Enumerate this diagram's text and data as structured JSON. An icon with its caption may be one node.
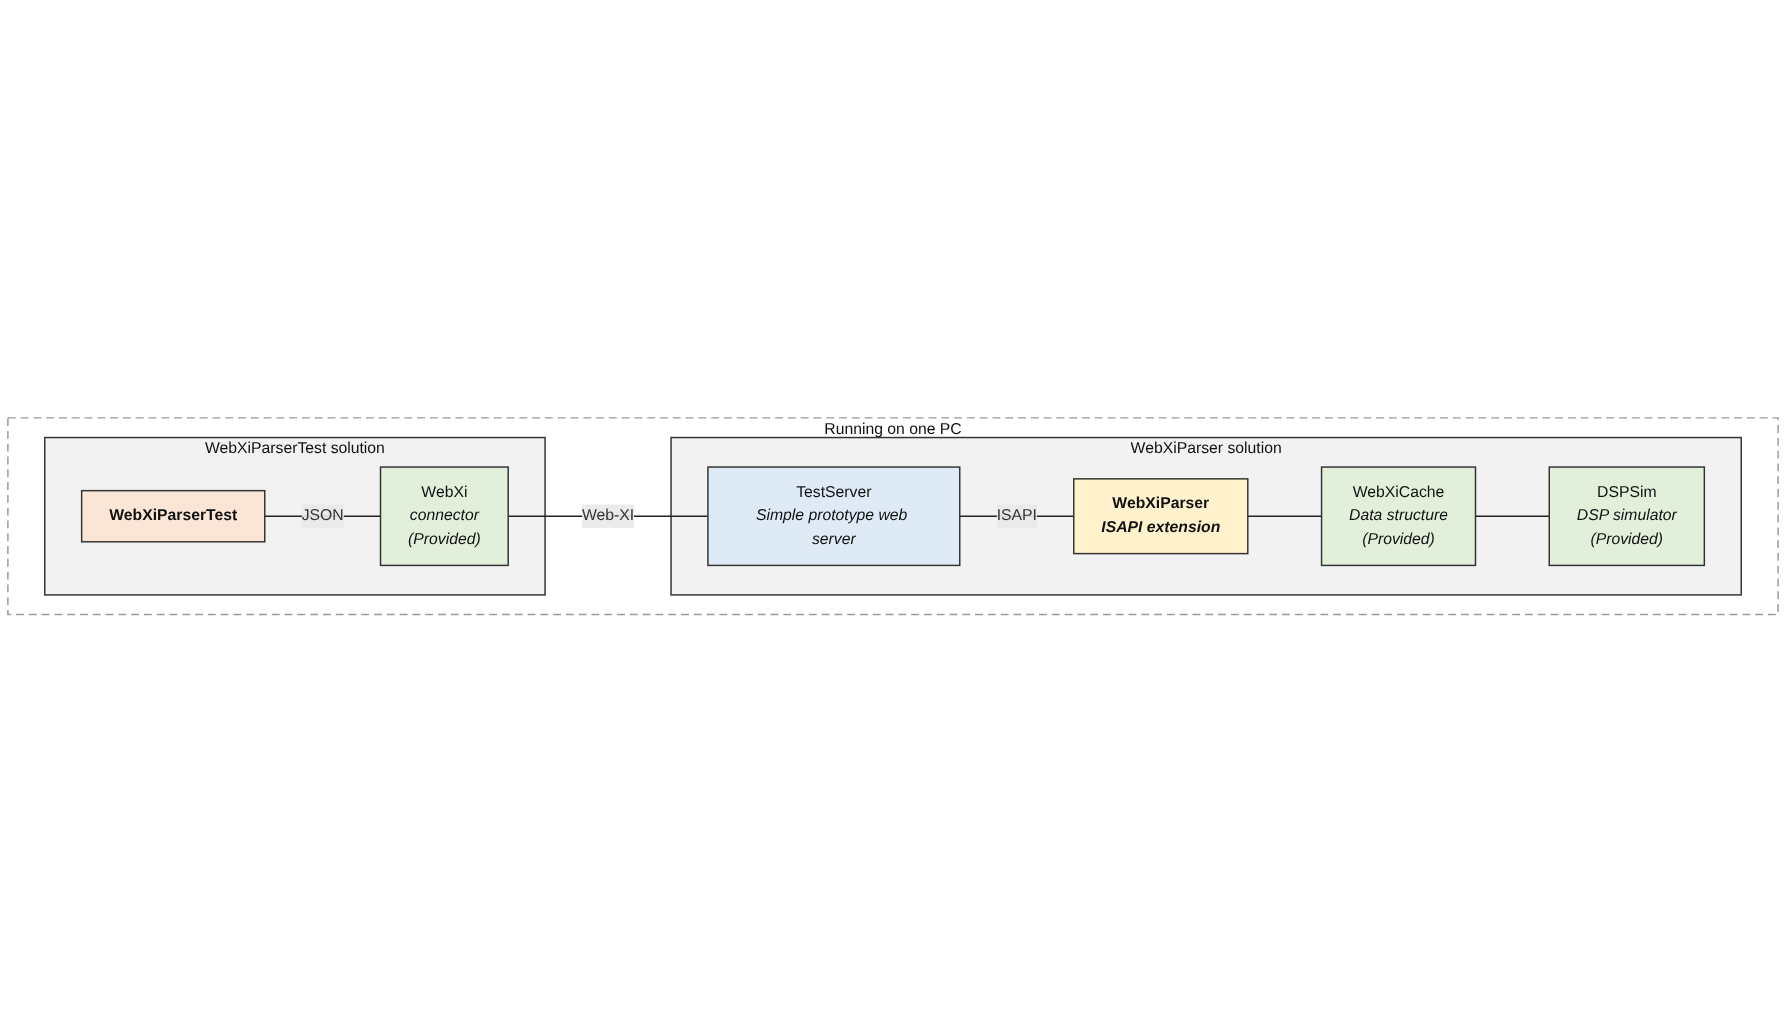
{
  "diagram": {
    "nodes": [
      {
        "text": [
          "Running on one PC"
        ]
      },
      {
        "text": [
          "WebXiParserTest solution"
        ],
        "in": 0
      },
      {
        "text": [
          "WebXiParserTest"
        ],
        "in": 1
      },
      {
        "text": [
          "WebXi",
          "connector",
          "(Provided)"
        ],
        "in": 1
      },
      {
        "text": [
          "WebXiParser solution"
        ],
        "in": 0
      },
      {
        "text": [
          "TestServer",
          "Simple prototype web server"
        ],
        "in": 4
      },
      {
        "text": [
          "WebXiCache",
          "Data structure",
          "(Provided)"
        ],
        "in": 4
      },
      {
        "text": [
          "WebXiParser",
          "ISAPI extension"
        ],
        "in": 4
      },
      {
        "text": [
          "DSPSim",
          "DSP simulator",
          "(Provided)"
        ],
        "in": 4
      }
    ],
    "edges": [
      {
        "from": 2,
        "to": 3,
        "arrow": "none",
        "label": "JSON"
      },
      {
        "from": 3,
        "to": 5,
        "arrow": "none",
        "label": "Web-XI"
      },
      {
        "from": 5,
        "to": 7,
        "arrow": "none",
        "label": "ISAPI"
      },
      {
        "from": 7,
        "to": 6,
        "arrow": "none"
      },
      {
        "from": 6,
        "to": 8,
        "arrow": "none"
      }
    ]
  }
}
